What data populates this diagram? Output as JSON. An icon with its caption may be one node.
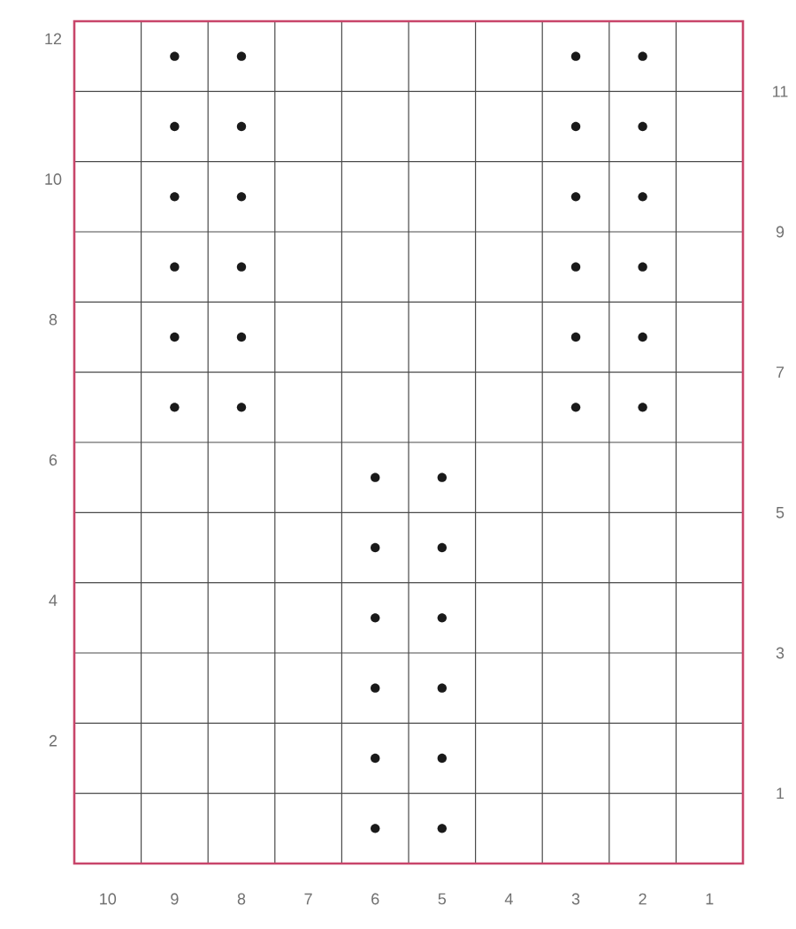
{
  "diagram": {
    "labels": [
      "12",
      "11",
      "10",
      "9",
      "8",
      "7",
      "6",
      "5",
      "4",
      "3",
      "2",
      "1",
      "10",
      "9",
      "8",
      "7",
      "6",
      "5",
      "4",
      "3",
      "2",
      "1"
    ]
  }
}
